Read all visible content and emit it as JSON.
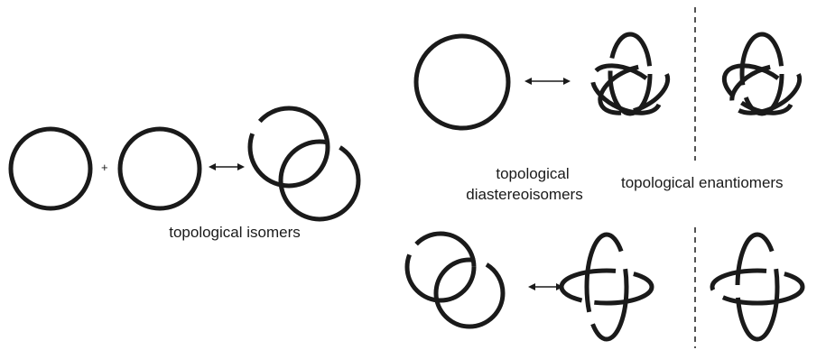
{
  "labels": {
    "plus": "+",
    "isomers": "topological isomers",
    "diastereoisomers_line1": "topological",
    "diastereoisomers_line2": "diastereoisomers",
    "enantiomers": "topological enantiomers"
  },
  "colors": {
    "stroke": "#1a1a1a",
    "background": "#ffffff"
  }
}
